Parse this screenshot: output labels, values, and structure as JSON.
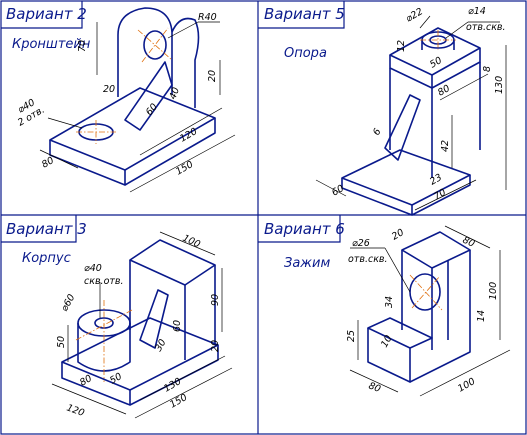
{
  "colors": {
    "outline": "#0a1a8c",
    "dimension": "#000000",
    "axis": "#e07010"
  },
  "panels": {
    "p2": {
      "title": "Вариант 2",
      "name": "Кронштейн",
      "dims": {
        "r40": "R40",
        "d70": "70",
        "d20a": "20",
        "d20b": "20",
        "d40": "40",
        "d60": "60",
        "phi40": "⌀40",
        "holes": "2 отв.",
        "d80": "80",
        "d120": "120",
        "d150": "150"
      }
    },
    "p5": {
      "title": "Вариант 5",
      "name": "Опора",
      "dims": {
        "phi22": "⌀22",
        "phi14": "⌀14",
        "otv": "отв.скв.",
        "d12": "12",
        "d50": "50",
        "d8": "8",
        "d80": "80",
        "d130": "130",
        "d6": "6",
        "d42": "42",
        "d23": "23",
        "d60": "60",
        "d70": "70"
      }
    },
    "p3": {
      "title": "Вариант 3",
      "name": "Корпус",
      "dims": {
        "phi40": "⌀40",
        "skv": "скв.отв.",
        "phi60": "⌀60",
        "d50": "50",
        "d100": "100",
        "d90": "90",
        "d60": "60",
        "d30": "30",
        "d20": "20",
        "d80": "80",
        "d50b": "50",
        "d130": "130",
        "d120": "120",
        "d150": "150"
      }
    },
    "p6": {
      "title": "Вариант 6",
      "name": "Зажим",
      "dims": {
        "phi26": "⌀26",
        "otv": "отв.скв.",
        "d20": "20",
        "d80": "80",
        "d34": "34",
        "d100": "100",
        "d14": "14",
        "d25": "25",
        "d10": "10",
        "d80b": "80",
        "d100b": "100"
      }
    }
  }
}
